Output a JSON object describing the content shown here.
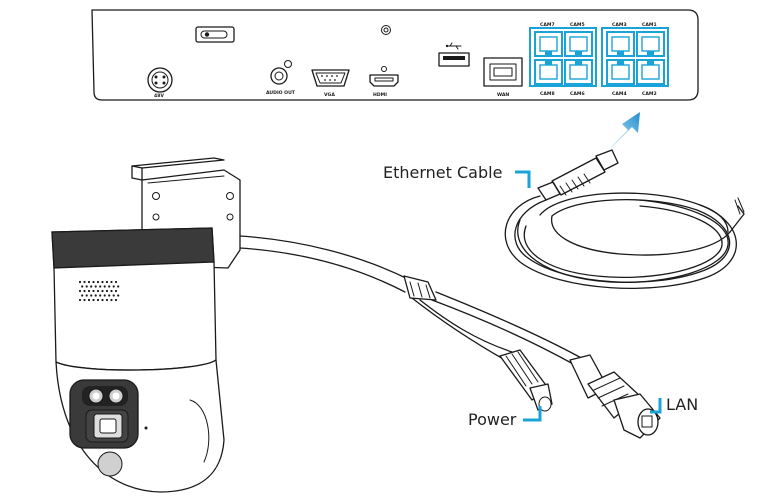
{
  "nvr": {
    "power_label": "48V",
    "audio_label": "AUDIO OUT",
    "vga_label": "VGA",
    "hdmi_label": "HDMI",
    "wan_label": "WAN",
    "cam_top": [
      "CAM7",
      "CAM5",
      "CAM3",
      "CAM1"
    ],
    "cam_bottom": [
      "CAM8",
      "CAM6",
      "CAM4",
      "CAM2"
    ]
  },
  "callouts": {
    "ethernet": "Ethernet Cable",
    "power": "Power",
    "lan": "LAN"
  },
  "colors": {
    "accent": "#1aa3d9",
    "arrow_gradient_start": "#d6eef9",
    "arrow_gradient_end": "#1f8fd0",
    "line": "#1a1a1a"
  }
}
